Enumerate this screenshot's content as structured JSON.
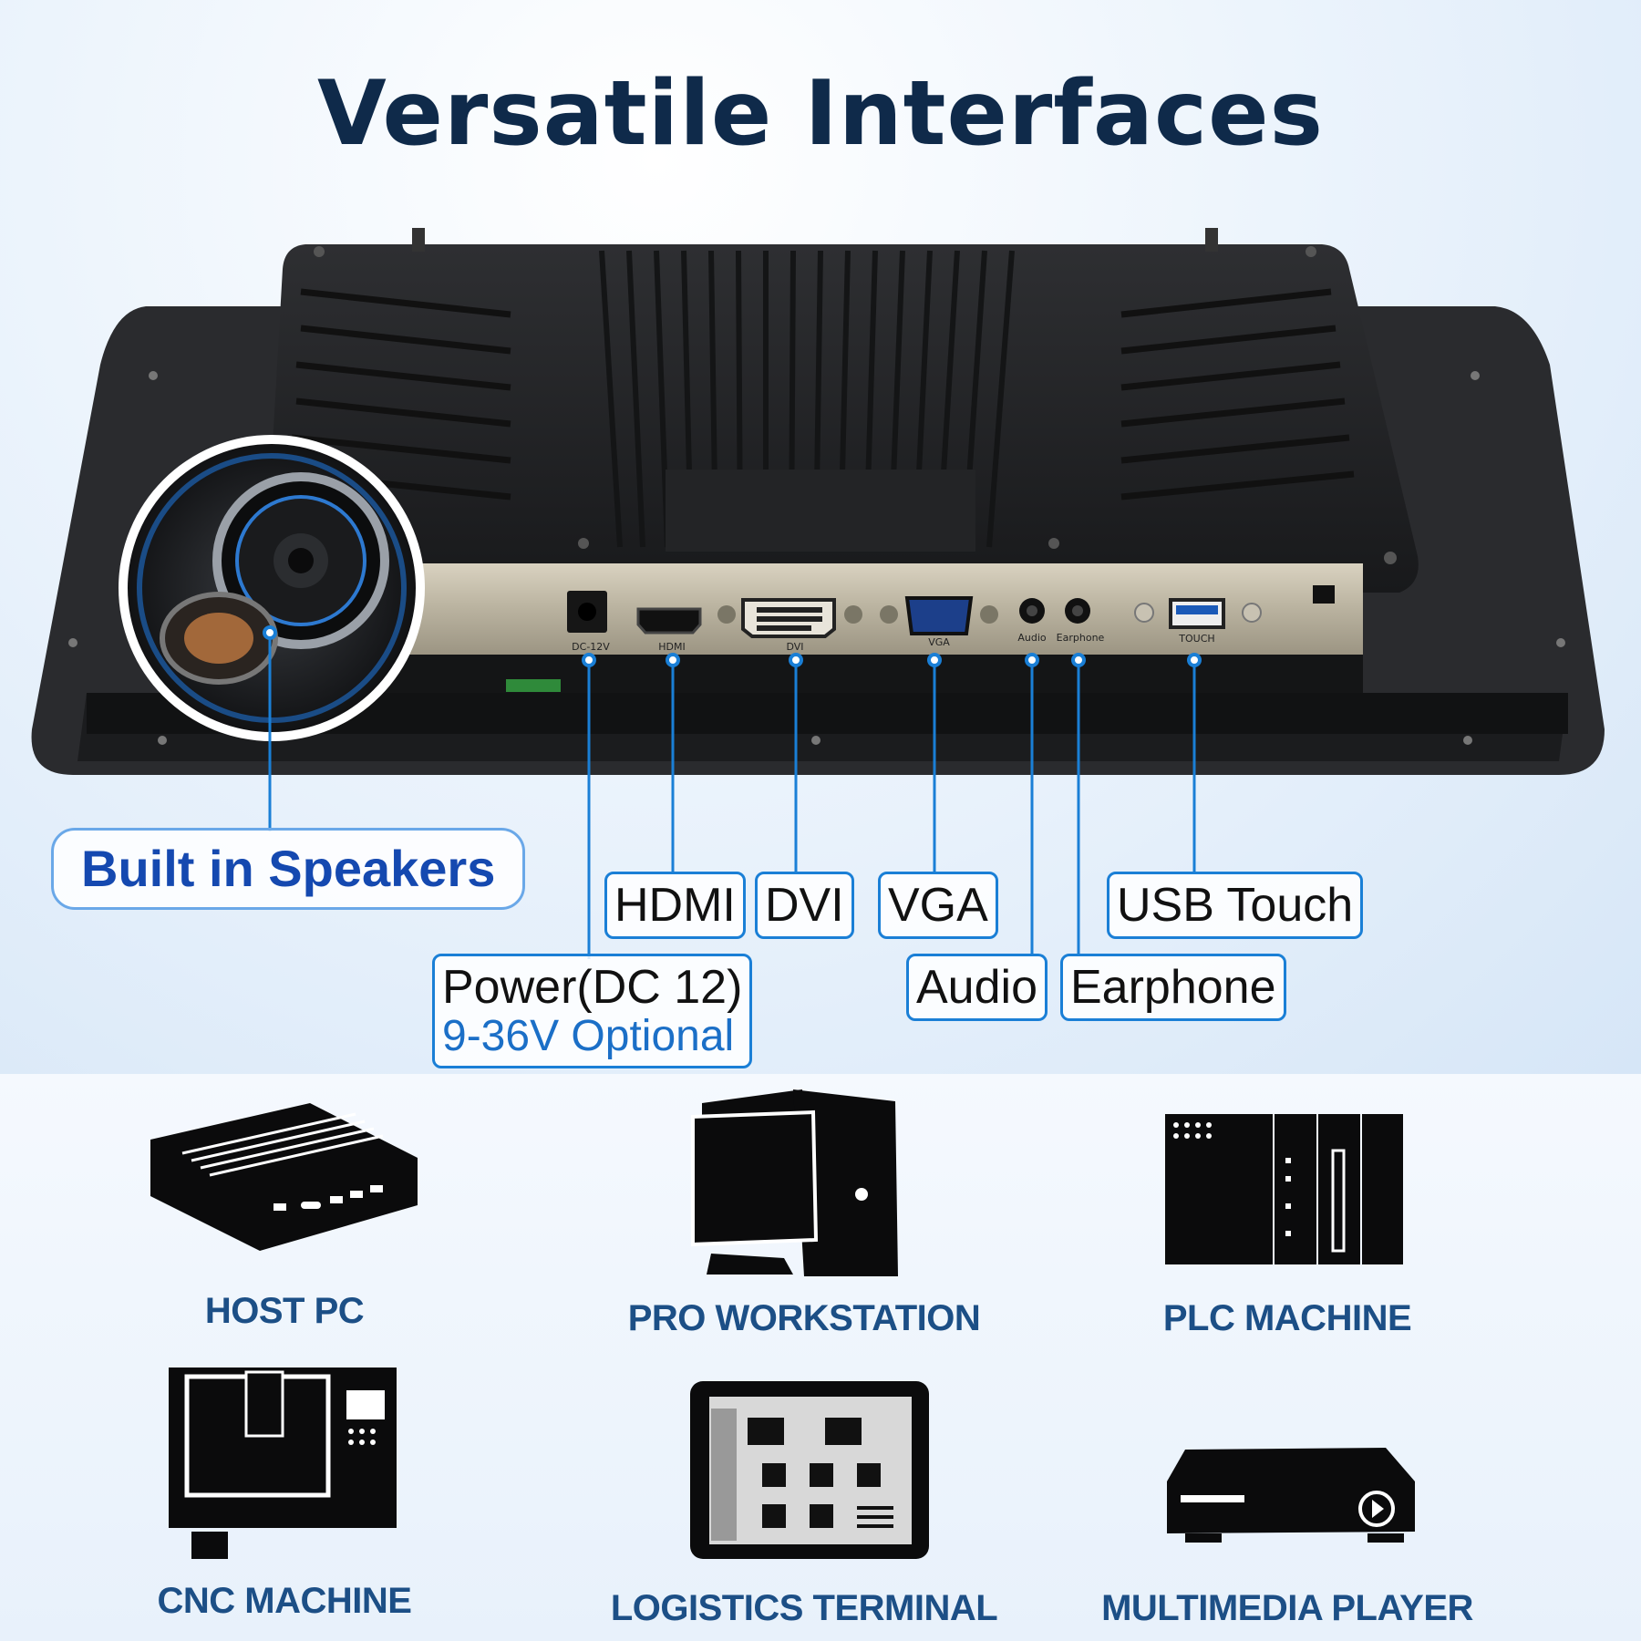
{
  "title": "Versatile Interfaces",
  "port_silkscreen": {
    "dc": "DC-12V",
    "hdmi": "HDMI",
    "dvi": "DVI",
    "vga": "VGA",
    "audio": "Audio",
    "earphone": "Earphone",
    "touch": "TOUCH"
  },
  "callouts": {
    "speakers": "Built in Speakers",
    "hdmi": "HDMI",
    "dvi": "DVI",
    "vga": "VGA",
    "usb_touch": "USB Touch",
    "power": "Power(DC 12)",
    "power_option": "9-36V Optional",
    "audio": "Audio",
    "earphone": "Earphone"
  },
  "applications": [
    {
      "label": "HOST PC",
      "icon": "mini-pc-icon"
    },
    {
      "label": "PRO WORKSTATION",
      "icon": "desktop-workstation-icon"
    },
    {
      "label": "PLC MACHINE",
      "icon": "plc-icon"
    },
    {
      "label": "CNC MACHINE",
      "icon": "cnc-machine-icon"
    },
    {
      "label": "LOGISTICS TERMINAL",
      "icon": "tablet-terminal-icon"
    },
    {
      "label": "MULTIMEDIA PLAYER",
      "icon": "media-player-icon"
    }
  ],
  "colors": {
    "accent": "#1a7fd6",
    "title": "#0f2a4a",
    "app_label": "#1c4f86",
    "device": "#1f1f21"
  }
}
